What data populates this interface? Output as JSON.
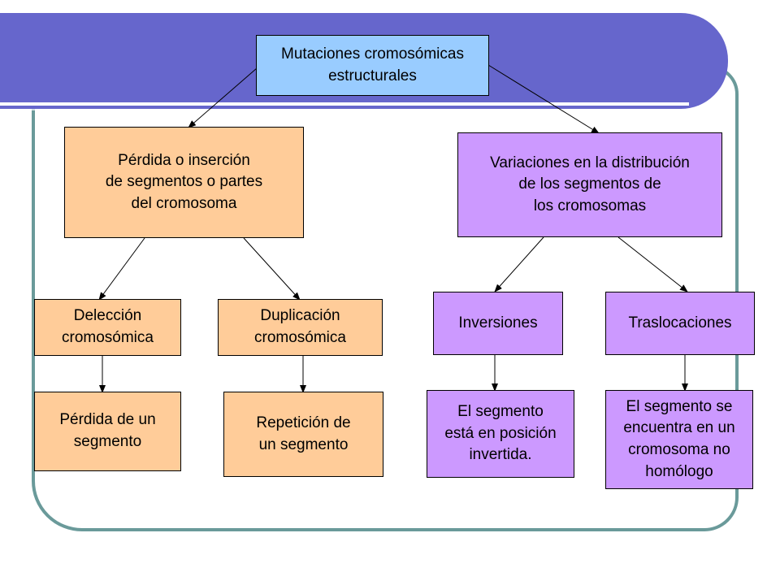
{
  "diagram": {
    "colors": {
      "frame_band": "#6666cc",
      "frame_border": "#6a9a9a",
      "root_fill": "#99ccff",
      "left_branch_fill": "#ffcc99",
      "right_branch_fill": "#cc99ff",
      "connector": "#000000"
    },
    "root": {
      "label": "Mutaciones cromosómicas\nestructurales"
    },
    "left_branch": {
      "label": "Pérdida o inserción\n de segmentos o partes\ndel cromosoma",
      "children": [
        {
          "label": "Delección\ncromosómica",
          "detail": "Pérdida de un\nsegmento"
        },
        {
          "label": "Duplicación\n cromosómica",
          "detail": "Repetición de\nun segmento"
        }
      ]
    },
    "right_branch": {
      "label": "Variaciones en la distribución\nde los segmentos de\nlos cromosomas",
      "children": [
        {
          "label": "Inversiones",
          "detail": "El segmento\nestá en posición\ninvertida."
        },
        {
          "label": "Traslocaciones",
          "detail": "El segmento se\nencuentra en un\ncromosoma no\nhomólogo"
        }
      ]
    }
  }
}
